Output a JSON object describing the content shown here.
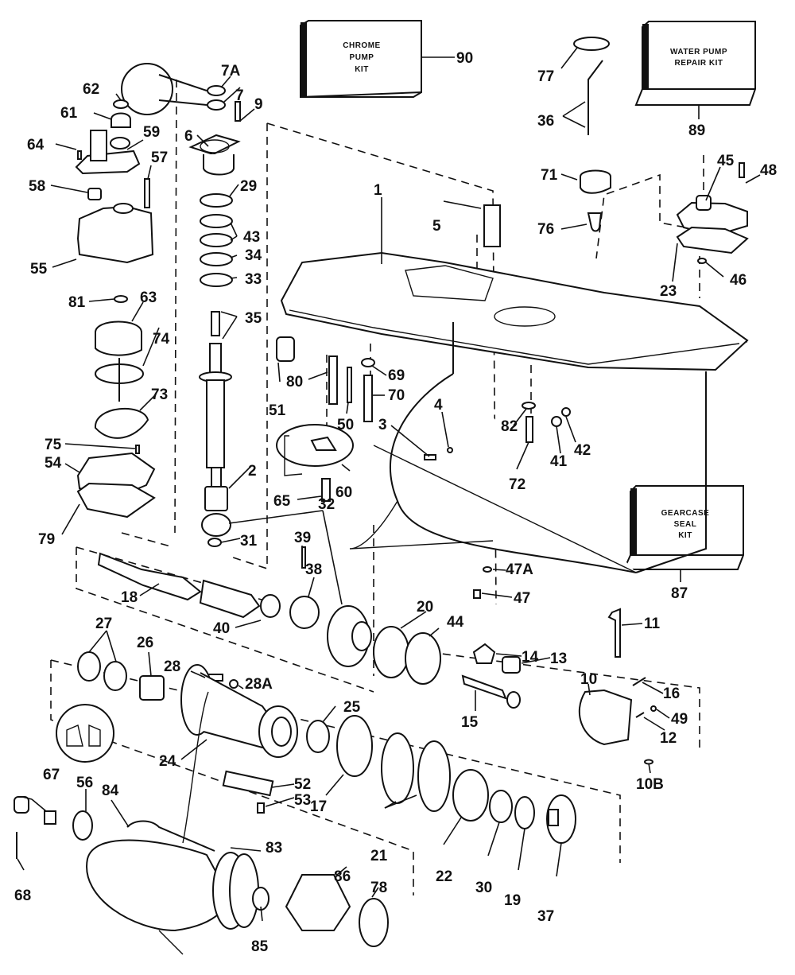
{
  "diagram": {
    "title": "Gearcase exploded view",
    "kits": [
      {
        "id": "90",
        "lines": [
          "CHROME",
          "PUMP",
          "KIT"
        ]
      },
      {
        "id": "89",
        "lines": [
          "WATER PUMP",
          "REPAIR KIT"
        ]
      },
      {
        "id": "87",
        "lines": [
          "GEARCASE",
          "SEAL",
          "KIT"
        ]
      }
    ],
    "callouts": [
      "1",
      "2",
      "3",
      "4",
      "5",
      "6",
      "7",
      "7A",
      "9",
      "10",
      "10B",
      "11",
      "12",
      "13",
      "14",
      "15",
      "16",
      "17",
      "18",
      "19",
      "20",
      "21",
      "22",
      "23",
      "24",
      "25",
      "26",
      "27",
      "28",
      "28A",
      "29",
      "30",
      "31",
      "32",
      "33",
      "34",
      "35",
      "36",
      "37",
      "38",
      "39",
      "40",
      "41",
      "42",
      "43",
      "44",
      "45",
      "46",
      "47",
      "47A",
      "48",
      "49",
      "50",
      "51",
      "52",
      "53",
      "54",
      "55",
      "56",
      "57",
      "58",
      "59",
      "60",
      "61",
      "62",
      "63",
      "64",
      "65",
      "67",
      "68",
      "69",
      "70",
      "71",
      "72",
      "73",
      "74",
      "75",
      "76",
      "77",
      "78",
      "79",
      "80",
      "81",
      "82",
      "83",
      "84",
      "85",
      "86"
    ]
  }
}
